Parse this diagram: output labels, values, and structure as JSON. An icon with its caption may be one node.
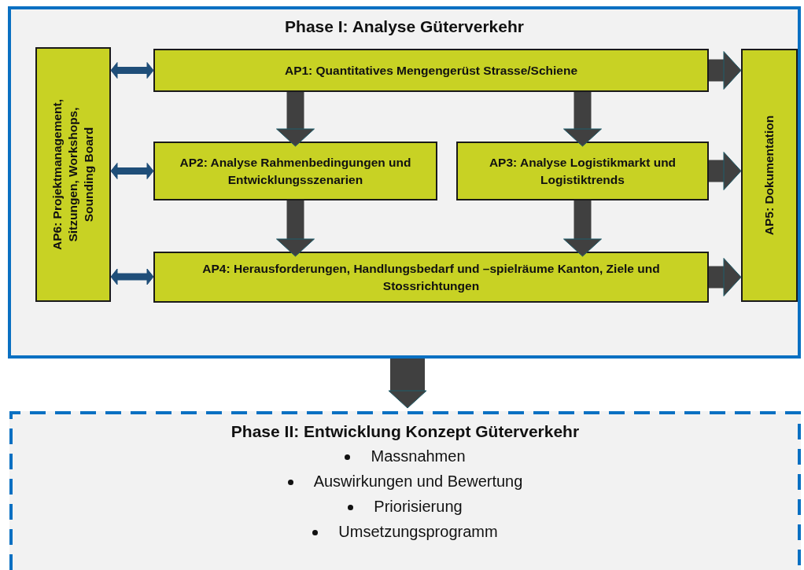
{
  "diagram": {
    "nodes": [
      {
        "text": [
          "Phase I: Analyse Güterverkehr"
        ]
      },
      {
        "text": [
          "AP6: Projektmanagement, Sitzungen, Workshops, Sounding Board"
        ],
        "in": 0
      },
      {
        "text": [
          "AP1: Quantitatives Mengengerüst Strasse/Schiene"
        ],
        "in": 0
      },
      {
        "text": [
          "AP2: Analyse Rahmenbedingungen und Entwicklungsszenarien"
        ],
        "in": 0
      },
      {
        "text": [
          "AP3: Analyse  Logistikmarkt und Logistiktrends"
        ],
        "in": 0
      },
      {
        "text": [
          "AP4: Herausforderungen, Handlungsbedarf und –spielräume Kanton, Ziele und Stossrichtungen"
        ],
        "in": 0
      },
      {
        "text": [
          "AP5: Dokumentation"
        ],
        "in": 0
      },
      {
        "text": [
          "Phase II: Entwicklung Konzept Güterverkehr",
          "Massnahmen",
          "Auswirkungen und Bewertung",
          "Priorisierung",
          "Umsetzungsprogramm"
        ]
      }
    ],
    "edges": [
      {
        "from": 1,
        "to": 2,
        "arrow": "both",
        "color": "#1f4e79"
      },
      {
        "from": 1,
        "to": 3,
        "arrow": "both",
        "color": "#1f4e79"
      },
      {
        "from": 1,
        "to": 5,
        "arrow": "both",
        "color": "#1f4e79"
      },
      {
        "from": 2,
        "to": 3,
        "arrow": "to"
      },
      {
        "from": 2,
        "to": 4,
        "arrow": "to"
      },
      {
        "from": 3,
        "to": 5,
        "arrow": "to"
      },
      {
        "from": 4,
        "to": 5,
        "arrow": "to"
      },
      {
        "from": 2,
        "to": 6,
        "arrow": "to"
      },
      {
        "from": 4,
        "to": 6,
        "arrow": "to"
      },
      {
        "from": 5,
        "to": 6,
        "arrow": "to"
      },
      {
        "from": 0,
        "to": 7,
        "arrow": "to",
        "style": "thick"
      }
    ]
  }
}
